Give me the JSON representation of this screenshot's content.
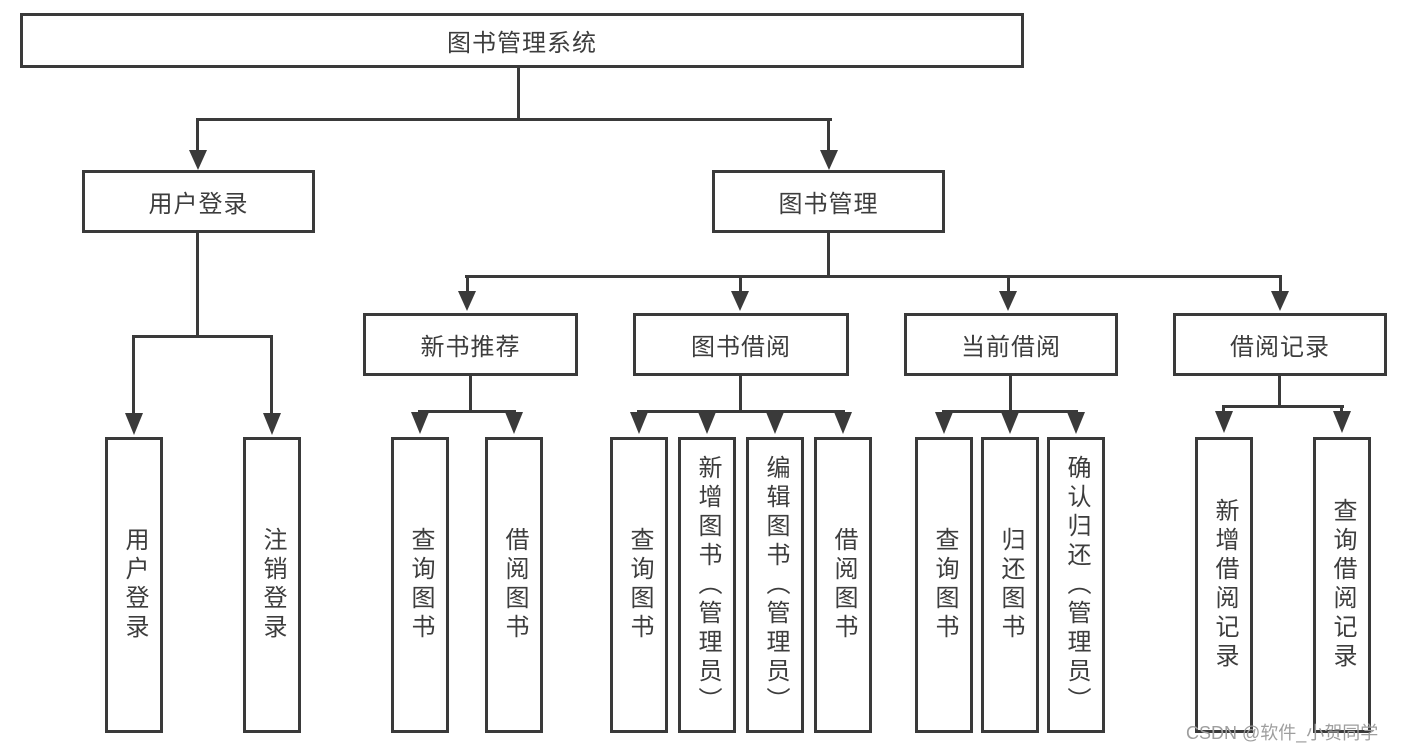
{
  "diagram": {
    "type": "tree",
    "colors": {
      "line": "#3a3a3a",
      "box_border": "#3a3a3a",
      "text": "#3d3d3d",
      "background": "#ffffff",
      "watermark": "#9e9e9e"
    },
    "hierarchy": {
      "图书管理系统": {
        "用户登录": [
          "用户登录",
          "注销登录"
        ],
        "图书管理": {
          "新书推荐": [
            "查询图书",
            "借阅图书"
          ],
          "图书借阅": [
            "查询图书",
            "新增图书（管理员）",
            "编辑图书（管理员）",
            "借阅图书"
          ],
          "当前借阅": [
            "查询图书",
            "归还图书",
            "确认归还（管理员）"
          ],
          "借阅记录": [
            "新增借阅记录",
            "查询借阅记录"
          ]
        }
      }
    }
  },
  "nodes": {
    "root": {
      "label": "图书管理系统"
    },
    "user_login": {
      "label": "用户登录"
    },
    "book_mgmt": {
      "label": "图书管理"
    },
    "new_book_rec": {
      "label": "新书推荐"
    },
    "book_borrow": {
      "label": "图书借阅"
    },
    "current_borrow": {
      "label": "当前借阅"
    },
    "borrow_record": {
      "label": "借阅记录"
    },
    "leaf_user_login": {
      "label": "用户登录"
    },
    "leaf_logout": {
      "label": "注销登录"
    },
    "leaf_rec_query_book": {
      "label": "查询图书"
    },
    "leaf_rec_borrow_book": {
      "label": "借阅图书"
    },
    "leaf_bor_query_book": {
      "label": "查询图书"
    },
    "leaf_bor_add_book": {
      "label": "新增图书（管理员）"
    },
    "leaf_bor_edit_book": {
      "label": "编辑图书（管理员）"
    },
    "leaf_bor_borrow_book": {
      "label": "借阅图书"
    },
    "leaf_cur_query_book": {
      "label": "查询图书"
    },
    "leaf_cur_return_book": {
      "label": "归还图书"
    },
    "leaf_cur_confirm_return": {
      "label": "确认归还（管理员）"
    },
    "leaf_log_add_record": {
      "label": "新增借阅记录"
    },
    "leaf_log_query_record": {
      "label": "查询借阅记录"
    }
  },
  "watermark": {
    "text": "CSDN @软件_小贺同学"
  }
}
